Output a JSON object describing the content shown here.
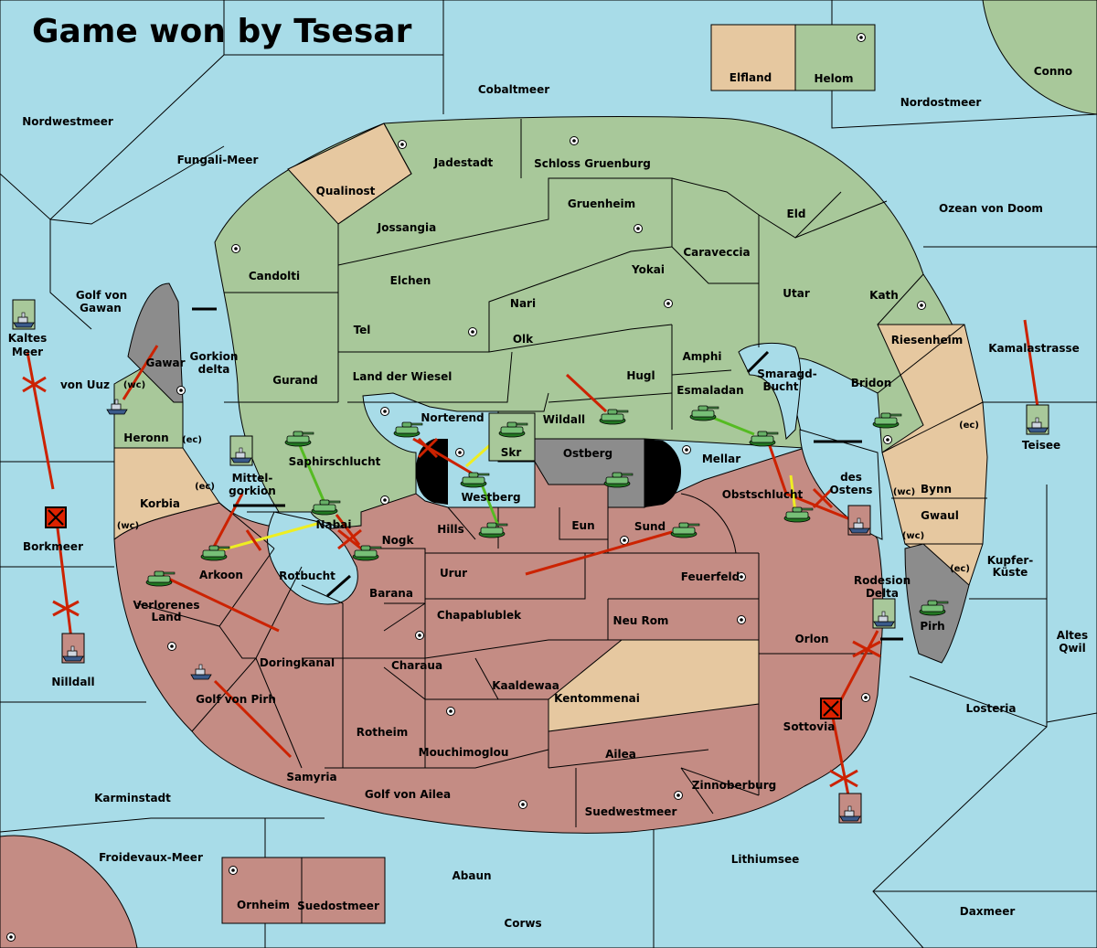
{
  "title": "Game won by Tsesar",
  "colors": {
    "sea": "#a8dce8",
    "player_green": "#a8c89a",
    "player_red": "#c48c84",
    "neutral": "#e6c8a0",
    "impassable": "#8c8c8c",
    "attack": "#cc2200",
    "support": "#55bb22",
    "convoy": "#eeee22",
    "border": "#000000"
  },
  "territories": [
    {
      "name": "Conno"
    },
    {
      "name": "Elfland"
    },
    {
      "name": "Helom"
    },
    {
      "name": "Cobaltmeer"
    },
    {
      "name": "Nordostmeer"
    },
    {
      "name": "Nordwestmeer"
    },
    {
      "name": "Fungali-Meer"
    },
    {
      "name": "Jadestadt"
    },
    {
      "name": "Schloss Gruenburg"
    },
    {
      "name": "Qualinost"
    },
    {
      "name": "Gruenheim"
    },
    {
      "name": "Eld"
    },
    {
      "name": "Ozean von Doom"
    },
    {
      "name": "Jossangia"
    },
    {
      "name": "Caraveccia"
    },
    {
      "name": "Candolti"
    },
    {
      "name": "Yokai"
    },
    {
      "name": "Elchen"
    },
    {
      "name": "Utar"
    },
    {
      "name": "Kath"
    },
    {
      "name": "Nari"
    },
    {
      "name": "Golf von"
    },
    {
      "name": "Gawan"
    },
    {
      "name": "Tel"
    },
    {
      "name": "Olk"
    },
    {
      "name": "Riesenheim"
    },
    {
      "name": "Kaltes"
    },
    {
      "name": "Meer"
    },
    {
      "name": "Amphi"
    },
    {
      "name": "Kamalastrasse"
    },
    {
      "name": "Gorkion"
    },
    {
      "name": "delta"
    },
    {
      "name": "Gawar"
    },
    {
      "name": "Smaragd-"
    },
    {
      "name": "Bucht"
    },
    {
      "name": "Land der Wiesel"
    },
    {
      "name": "Hugl"
    },
    {
      "name": "Gurand"
    },
    {
      "name": "von Uuz"
    },
    {
      "name": "Bridon"
    },
    {
      "name": "Esmaladan"
    },
    {
      "name": "Norterend"
    },
    {
      "name": "Wildall"
    },
    {
      "name": "Heronn"
    },
    {
      "name": "Teisee"
    },
    {
      "name": "Skr"
    },
    {
      "name": "Ostberg"
    },
    {
      "name": "Saphirschlucht"
    },
    {
      "name": "Mellar"
    },
    {
      "name": "des"
    },
    {
      "name": "Ostens"
    },
    {
      "name": "Mittel-"
    },
    {
      "name": "gorkion"
    },
    {
      "name": "Bynn"
    },
    {
      "name": "Westberg"
    },
    {
      "name": "Obstschlucht"
    },
    {
      "name": "Korbia"
    },
    {
      "name": "Gwaul"
    },
    {
      "name": "Nabai"
    },
    {
      "name": "Eun"
    },
    {
      "name": "Sund"
    },
    {
      "name": "Hills"
    },
    {
      "name": "Borkmeer"
    },
    {
      "name": "Nogk"
    },
    {
      "name": "Kupfer-"
    },
    {
      "name": "Küste"
    },
    {
      "name": "Arkoon"
    },
    {
      "name": "Rotbucht"
    },
    {
      "name": "Urur"
    },
    {
      "name": "Feuerfeld"
    },
    {
      "name": "Rodesion"
    },
    {
      "name": "Delta"
    },
    {
      "name": "Barana"
    },
    {
      "name": "Verlorenes"
    },
    {
      "name": "Land"
    },
    {
      "name": "Chapablublek"
    },
    {
      "name": "Neu Rom"
    },
    {
      "name": "Pirh"
    },
    {
      "name": "Altes"
    },
    {
      "name": "Orlon"
    },
    {
      "name": "Qwil"
    },
    {
      "name": "Charaua"
    },
    {
      "name": "Doringkanal"
    },
    {
      "name": "Nilldall"
    },
    {
      "name": "Kaaldewaa"
    },
    {
      "name": "Kentommenai"
    },
    {
      "name": "Golf von Pirh"
    },
    {
      "name": "Losteria"
    },
    {
      "name": "Sottovia"
    },
    {
      "name": "Rotheim"
    },
    {
      "name": "Mouchimoglou"
    },
    {
      "name": "Ailea"
    },
    {
      "name": "Samyria"
    },
    {
      "name": "Zinnoberburg"
    },
    {
      "name": "Golf von Ailea"
    },
    {
      "name": "Karminstadt"
    },
    {
      "name": "Suedwestmeer"
    },
    {
      "name": "Froidevaux-Meer"
    },
    {
      "name": "Lithiumsee"
    },
    {
      "name": "Abaun"
    },
    {
      "name": "Ornheim"
    },
    {
      "name": "Suedostmeer"
    },
    {
      "name": "Daxmeer"
    },
    {
      "name": "Corws"
    }
  ],
  "coast_tags": [
    {
      "text": "(wc)"
    },
    {
      "text": "(ec)"
    },
    {
      "text": "(ec)"
    },
    {
      "text": "(wc)"
    },
    {
      "text": "(ec)"
    },
    {
      "text": "(wc)"
    },
    {
      "text": "(wc)"
    },
    {
      "text": "(ec)"
    }
  ]
}
